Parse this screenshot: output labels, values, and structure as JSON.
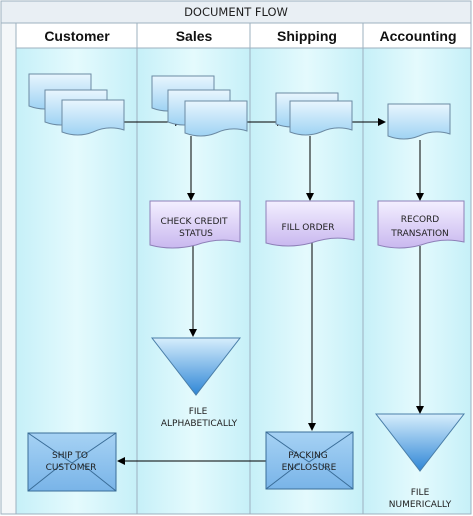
{
  "diagram": {
    "title": "DOCUMENT FLOW",
    "lanes": [
      {
        "id": "customer",
        "label": "Customer"
      },
      {
        "id": "sales",
        "label": "Sales"
      },
      {
        "id": "shipping",
        "label": "Shipping"
      },
      {
        "id": "accounting",
        "label": "Accounting"
      }
    ],
    "steps": {
      "check_credit": "CHECK CREDIT STATUS",
      "fill_order": "FILL ORDER",
      "record_transaction": "RECORD TRANSATION"
    },
    "files": {
      "alphabetically_line1": "FILE",
      "alphabetically_line2": "ALPHABETICALLY",
      "numerically_line1": "FILE",
      "numerically_line2": "NUMERICALLY"
    },
    "envelopes": {
      "packing_line1": "PACKING",
      "packing_line2": "ENCLOSURE",
      "ship_line1": "SHIP TO",
      "ship_line2": "CUSTOMER"
    },
    "colors": {
      "lane_fill": "#d4f5fa",
      "title_bar": "#e6edf3",
      "border": "#8fa3b3",
      "doc_blue": "#a9d9f5",
      "doc_purple": "#d9ccf2",
      "triangle_top": "#c9e8fa",
      "triangle_bottom": "#3b8fd9",
      "envelope": "#8cc1ee",
      "arrow": "#000000"
    }
  }
}
